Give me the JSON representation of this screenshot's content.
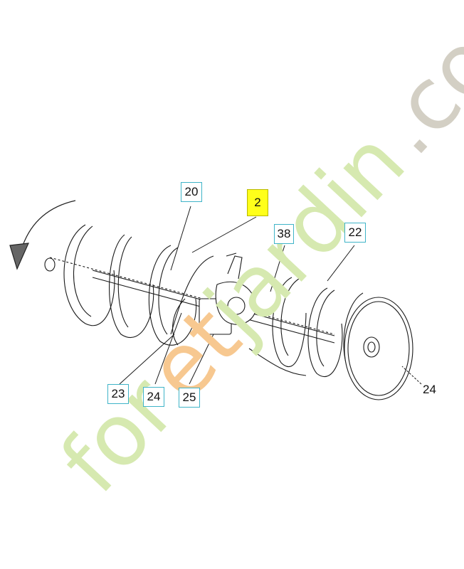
{
  "callouts": [
    {
      "id": "c20",
      "label": "20",
      "highlighted": false
    },
    {
      "id": "c2",
      "label": "2",
      "highlighted": true
    },
    {
      "id": "c38",
      "label": "38",
      "highlighted": false
    },
    {
      "id": "c22",
      "label": "22",
      "highlighted": false
    },
    {
      "id": "c23",
      "label": "23",
      "highlighted": false
    },
    {
      "id": "c24a",
      "label": "24",
      "highlighted": false
    },
    {
      "id": "c25",
      "label": "25",
      "highlighted": false
    }
  ],
  "plain_label": {
    "label": "24"
  },
  "watermark": {
    "text_fore": "for",
    "text_mid": "et",
    "text_tail": "jardin",
    "text_dot": ".com",
    "color_green": "#d6e9b0",
    "color_orange": "#f7c890",
    "color_gray": "#d3cfc4"
  },
  "colors": {
    "callout_border": "#3fb4c8",
    "highlight": "#ffff1a",
    "line": "#1a1a1a"
  }
}
